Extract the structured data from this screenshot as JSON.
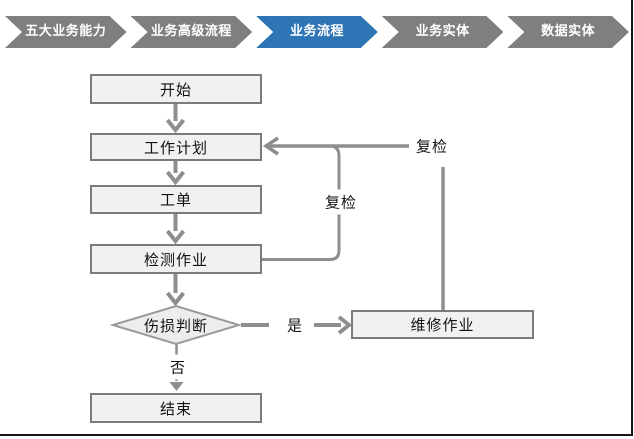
{
  "banner": {
    "items": [
      {
        "label": "五大业务能力",
        "active": false
      },
      {
        "label": "业务高级流程",
        "active": false
      },
      {
        "label": "业务流程",
        "active": true
      },
      {
        "label": "业务实体",
        "active": false
      },
      {
        "label": "数据实体",
        "active": false
      }
    ],
    "active_color": "#2E75B6",
    "inactive_color": "#7F7F7F"
  },
  "flowchart": {
    "nodes": {
      "start": {
        "label": "开始",
        "type": "process"
      },
      "plan": {
        "label": "工作计划",
        "type": "process"
      },
      "order": {
        "label": "工单",
        "type": "process"
      },
      "inspect": {
        "label": "检测作业",
        "type": "process"
      },
      "decision": {
        "label": "伤损判断",
        "type": "decision"
      },
      "repair": {
        "label": "维修作业",
        "type": "process"
      },
      "end": {
        "label": "结束",
        "type": "process"
      }
    },
    "edge_labels": {
      "yes": "是",
      "no": "否",
      "recheck_inner": "复检",
      "recheck_outer": "复检"
    },
    "colors": {
      "line": "#8E8E8E",
      "node_fill": "#F1F1F1",
      "node_border": "#7B7B7B",
      "diamond_fill": "#EDEDED",
      "diamond_border": "#9A9A9A"
    }
  }
}
